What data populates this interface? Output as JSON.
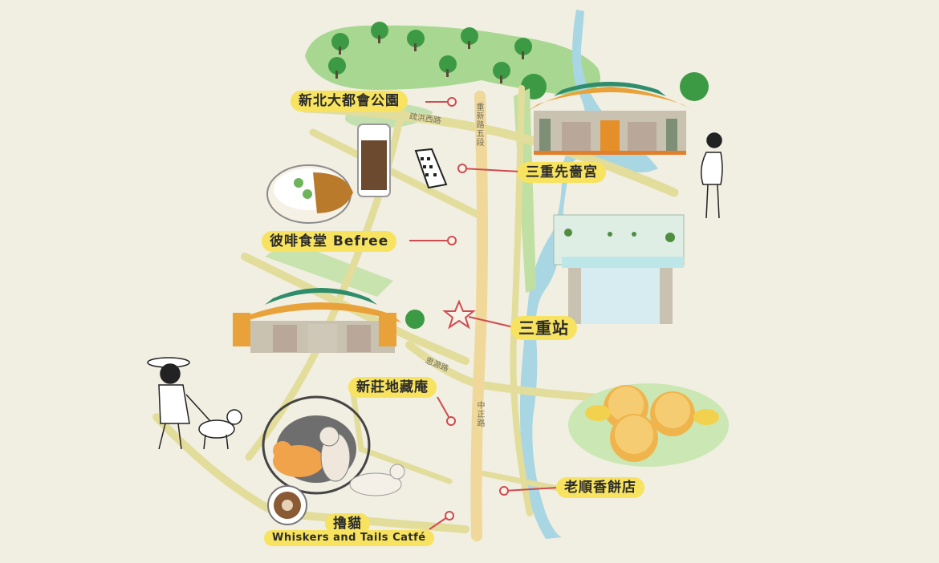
{
  "colors": {
    "background": "#f1eee2",
    "road": "#e3dd9c",
    "main_road": "#efd89a",
    "river": "#a9d6e3",
    "park": "#a7d791",
    "label_bg": "#f7e35f",
    "pin": "#cf4b4f"
  },
  "landmarks": {
    "park": {
      "label": "新北大都會公園",
      "icon": "park-trees-icon"
    },
    "temple_xianse": {
      "label": "三重先嗇宮",
      "icon": "temple-icon"
    },
    "befree": {
      "label": "彼啡食堂 Befree",
      "icon": "curry-and-drink-icon"
    },
    "station": {
      "label": "三重站",
      "icon": "star-icon"
    },
    "dizang": {
      "label": "新莊地藏庵",
      "icon": "temple-icon"
    },
    "bakery": {
      "label": "老順香餅店",
      "icon": "pastries-icon"
    },
    "cat_cafe": {
      "label_top": "擼貓",
      "label_bottom": "Whiskers and Tails Catfé",
      "icon": "cat-basket-icon"
    }
  },
  "roads": {
    "r1": "疏洪西路",
    "r2": "重新路五段",
    "r3": "思源路",
    "r4": "中正路"
  }
}
